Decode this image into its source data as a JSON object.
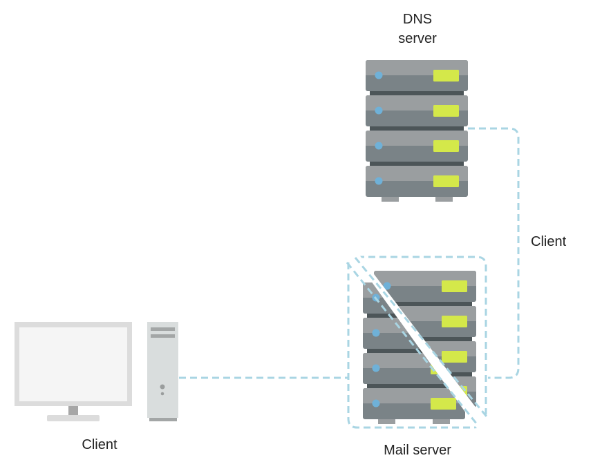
{
  "diagram": {
    "nodes": {
      "dns_server": {
        "label": "DNS\nserver",
        "label_lines": [
          "DNS",
          "server"
        ],
        "unit_count": 4
      },
      "mail_server": {
        "label": "Mail server",
        "unit_count": 4,
        "state": "broken"
      },
      "client_computer": {
        "label": "Client"
      }
    },
    "edge_labels": {
      "dns_to_mail": "Client"
    },
    "edges": [
      {
        "from": "client_computer",
        "to": "mail_server",
        "style": "dashed"
      },
      {
        "from": "mail_server",
        "to": "dns_server",
        "style": "dashed",
        "label": "Client"
      }
    ]
  },
  "colors": {
    "connector": "#a9d5e3",
    "server_top": "#9a9ea0",
    "server_bottom": "#7a8387",
    "server_gap": "#4c5558",
    "led": "#6fb1d8",
    "display": "#d4e84a",
    "monitor_frame": "#dcdcdc",
    "monitor_screen": "#f5f5f5",
    "tower": "#d9dddd"
  }
}
